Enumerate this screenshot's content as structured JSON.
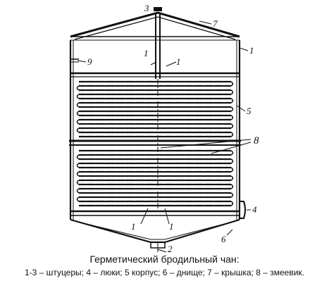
{
  "caption": {
    "title": "Герметический бродильный чан:",
    "legend": "1-3 – штуцеры; 4 – люки; 5 корпус; 6 – днище; 7 – крышка; 8 – змеевик."
  },
  "labels": {
    "l1_top_left": "1",
    "l1_top_right": "1",
    "l1_right": "1",
    "l1_bottom_left": "1",
    "l1_bottom_right": "1",
    "l2": "2",
    "l3": "3",
    "l4": "4",
    "l5": "5",
    "l6": "6",
    "l7": "7",
    "l8": "8",
    "l9": "9"
  }
}
